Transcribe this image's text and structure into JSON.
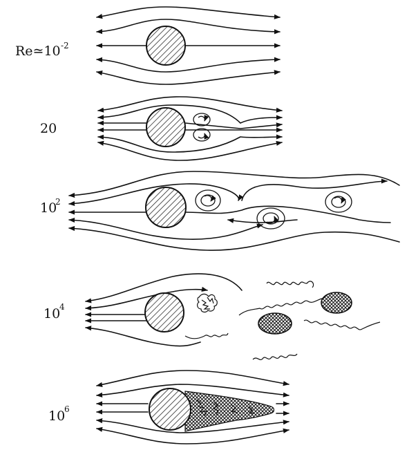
{
  "labels": [
    {
      "base": "Re≃10",
      "exp": "-2"
    },
    {
      "base": "20",
      "exp": ""
    },
    {
      "base": "10",
      "exp": "2"
    },
    {
      "base": "10",
      "exp": "4"
    },
    {
      "base": "10",
      "exp": "6"
    }
  ]
}
